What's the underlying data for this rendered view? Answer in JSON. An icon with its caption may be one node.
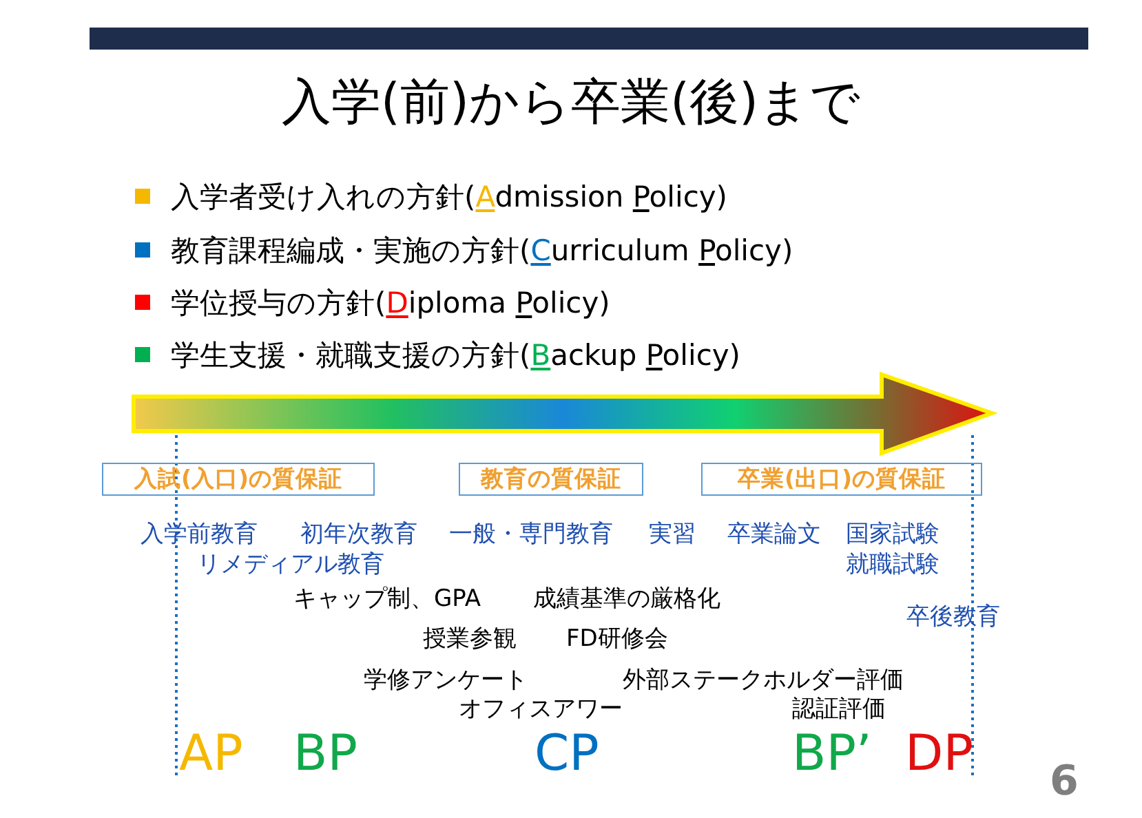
{
  "diagram": {
    "title": "入学(前)から卒業(後)まで",
    "nodes": [
      {
        "text": [
          "入試(入口)の質保証"
        ]
      },
      {
        "text": [
          "教育の質保証"
        ]
      },
      {
        "text": [
          "卒業(出口)の質保証"
        ]
      }
    ],
    "edges": [],
    "labels": [
      "入学前教育",
      "初年次教育",
      "一般・専門教育",
      "実習",
      "卒業論文",
      "国家試験",
      "リメディアル教育",
      "就職試験",
      "キャップ制、GPA",
      "成績基準の厳格化",
      "卒後教育",
      "授業参観",
      "FD研修会",
      "学修アンケート",
      "外部ステークホルダー評価",
      "オフィスアワー",
      "認証評価",
      "AP",
      "BP",
      "CP",
      "BP’",
      "DP",
      "6"
    ],
    "legend": [
      {
        "text": "入学者受け入れの方針(Admission Policy)",
        "color": "#f5b800"
      },
      {
        "text": "教育課程編成・実施の方針(Curriculum Policy)",
        "color": "#0070c0"
      },
      {
        "text": "学位授与の方針(Diploma Policy)",
        "color": "#ff0000"
      },
      {
        "text": "学生支援・就職支援の方針(Backup Policy)",
        "color": "#00b050"
      }
    ]
  }
}
